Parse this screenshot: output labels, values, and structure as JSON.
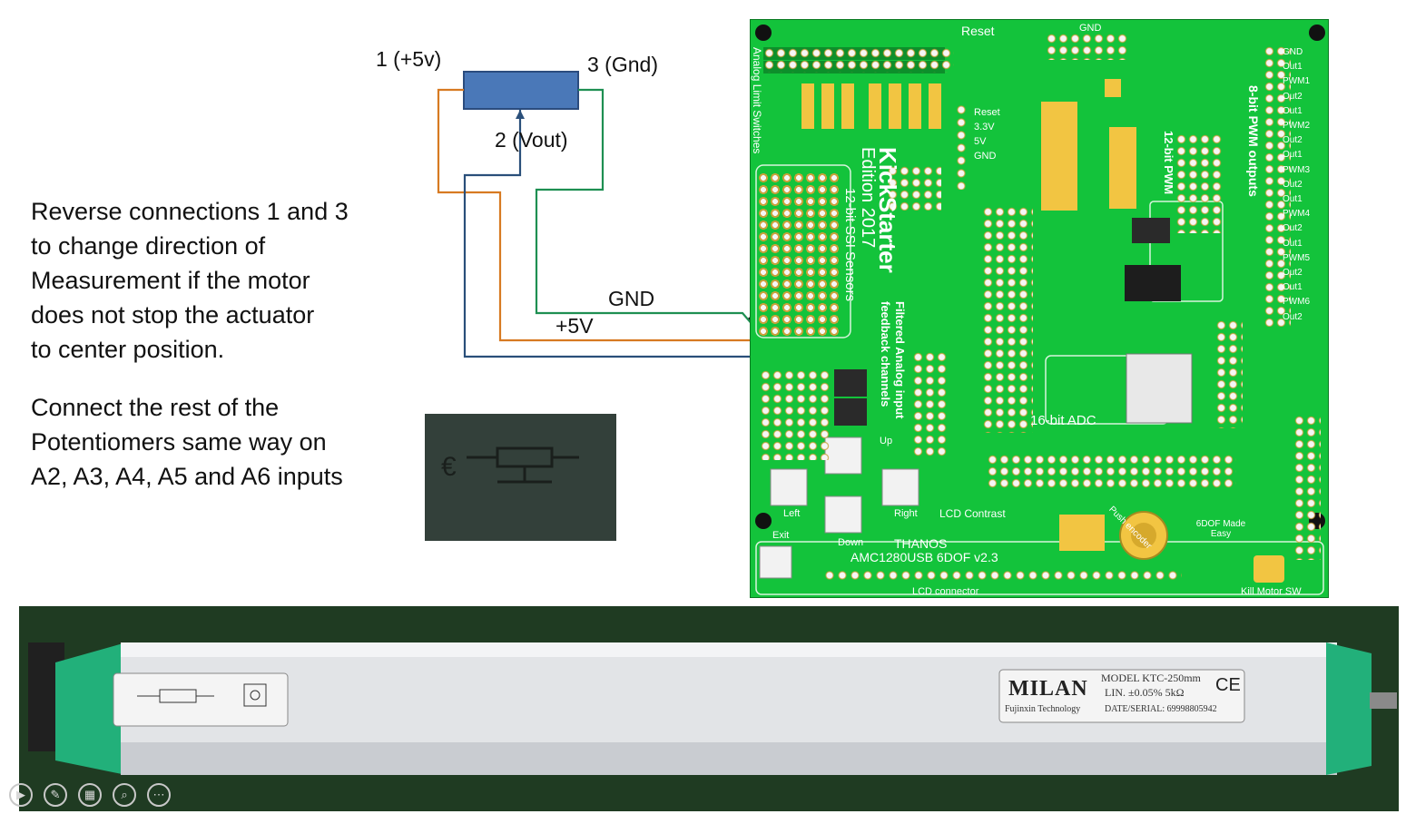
{
  "instructions": {
    "paragraph1": "Reverse connections 1 and 3\nto change direction of\nMeasurement if the motor\ndoes not stop the actuator\nto center position.",
    "paragraph2": "Connect the rest of the\nPotentiomers same way on\nA2, A3, A4, A5 and A6 inputs"
  },
  "potentiometer": {
    "pin1_label": "1 (+5v)",
    "pin2_label": "2 (Vout)",
    "pin3_label": "3 (Gnd)",
    "body_color": "#4a78b8"
  },
  "wires": {
    "gnd_label": "GND",
    "vcc_label": "+5V",
    "gnd_color": "#1e8f52",
    "vcc_color": "#d77a22",
    "signal_color": "#2a4f7a"
  },
  "pcb": {
    "title": "KickStarter",
    "subtitle": "Edition 2017",
    "brand": "THANOS",
    "model": "AMC1280USB 6DOF v2.3",
    "adc_label": "16-bit ADC",
    "pwm_label": "8-bit PWM outputs",
    "pwm12_label": "12-bit PWM",
    "sensors_label": "12-bit SSI Sensors",
    "analog_label": "Filtered Analog input",
    "feedback_label": "feedback channels",
    "reset_label": "Reset",
    "gnd_label": "GND",
    "lcd_contrast": "LCD Contrast",
    "lcd_connector": "LCD connector",
    "kill_motor": "Kill Motor SW",
    "made_easy": "6DOF Made Easy",
    "nav_left": "Left",
    "nav_right": "Right",
    "nav_up": "Up",
    "nav_down": "Down",
    "nav_exit": "Exit",
    "push_encoder": "Push encoder",
    "analog_limit": "Analog Limit Switches",
    "pin_labels_right": [
      "GND",
      "Out1",
      "PWM1",
      "Out2",
      "Out1",
      "PWM2",
      "Out2",
      "Out1",
      "PWM3",
      "Out2",
      "Out1",
      "PWM4",
      "Out2",
      "Out1",
      "PWM5",
      "Out2",
      "Out1",
      "PWM6",
      "Out2"
    ],
    "reset_pins": [
      "Reset",
      "3.3V",
      "5V",
      "GND"
    ],
    "board_color": "#13c33b"
  },
  "actuator": {
    "brand": "MILAN",
    "model": "MODEL KTC-250mm",
    "linearity": "LIN. ±0.05%  5kΩ",
    "maker": "Fujinxin Technology",
    "serial": "DATE/SERIAL: 69998805942",
    "ce_mark": "CE",
    "body_color": "#e2e4e7",
    "cap_color": "#22b07a"
  },
  "player_controls": [
    "play-icon",
    "pen-icon",
    "slides-icon",
    "zoom-icon",
    "more-icon"
  ]
}
